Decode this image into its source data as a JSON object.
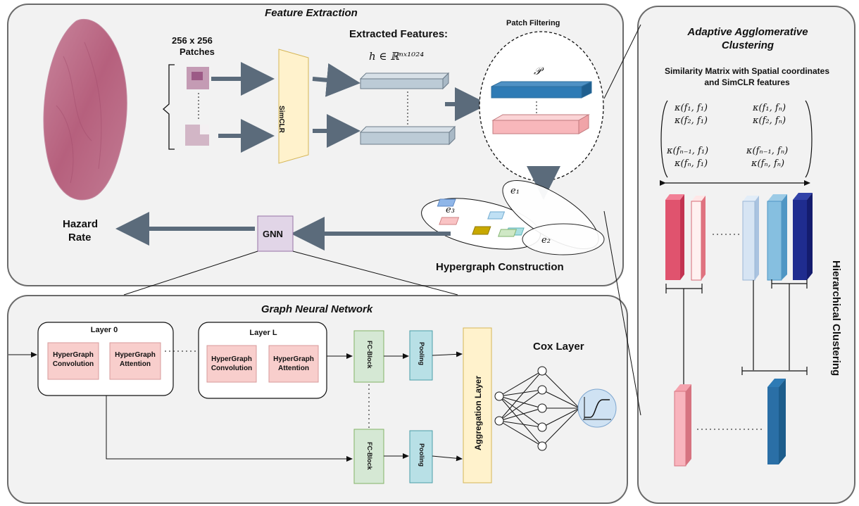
{
  "feature_extraction": {
    "title": "Feature Extraction",
    "patches_label_line1": "256 x 256",
    "patches_label_line2": "Patches",
    "simclr_label": "SimCLR",
    "extracted_features_label": "Extracted Features:",
    "feature_formula": "h ∈ ℝⁿˣ¹⁰²⁴",
    "patch_filtering_label": "Patch Filtering",
    "patch_set_symbol": "𝒫",
    "hypergraph_label": "Hypergraph Construction",
    "edge_e1": "e₁",
    "edge_e2": "e₂",
    "edge_e3": "e₃",
    "gnn_label": "GNN",
    "hazard_line1": "Hazard",
    "hazard_line2": "Rate"
  },
  "clustering": {
    "title_line1": "Adaptive Agglomerative",
    "title_line2": "Clustering",
    "similarity_line1": "Similarity Matrix with Spatial coordinates",
    "similarity_line2": "and SimCLR features",
    "matrix": {
      "r1c1": "κ(f₁, f₁)",
      "r1c2": "κ(f₁, fₙ)",
      "r2c1": "κ(f₂, f₁)",
      "r2c2": "κ(f₂, fₙ)",
      "r3c1": "κ(fₙ₋₁, f₁)",
      "r3c2": "κ(fₙ₋₁, fₙ)",
      "r4c1": "κ(fₙ, f₁)",
      "r4c2": "κ(fₙ, fₙ)"
    },
    "hierarchical_label": "Hierarchical Clustering"
  },
  "gnn_panel": {
    "title": "Graph Neural Network",
    "layer0_label": "Layer 0",
    "layerL_label": "Layer L",
    "conv_label_line1": "HyperGraph",
    "conv_label_line2": "Convolution",
    "attn_label_line1": "HyperGraph",
    "attn_label_line2": "Attention",
    "fc_block_label": "FC-Block",
    "pooling_label": "Pooling",
    "aggregation_label": "Aggregation Layer",
    "cox_label": "Cox Layer"
  },
  "colors": {
    "simclr_fill": "#fff2cc",
    "gnn_fill": "#e1d5e7",
    "hg_fill": "#f8cecc",
    "fc_fill": "#d5e8d4",
    "pool_fill": "#b8e0e6",
    "agg_fill": "#fff2cc",
    "arrow": "#5b6b7b"
  }
}
